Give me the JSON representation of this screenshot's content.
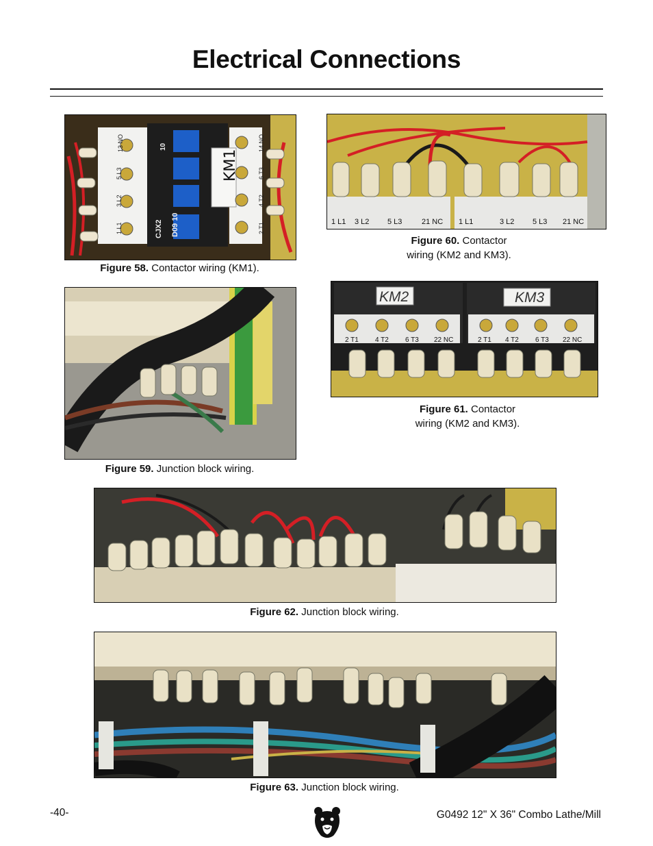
{
  "page": {
    "title": "Electrical Connections",
    "page_number": "-40-",
    "footer_model": "G0492 12\" X 36\" Combo Lathe/Mill"
  },
  "figures": [
    {
      "label": "Figure 58.",
      "text": " Contactor wiring (KM1)."
    },
    {
      "label": "Figure 60.",
      "line1": " Contactor",
      "line2": "wiring (KM2 and KM3)."
    },
    {
      "label": "Figure 59.",
      "text": " Junction block wiring."
    },
    {
      "label": "Figure 61.",
      "line1": " Contactor",
      "line2": "wiring (KM2 and KM3)."
    },
    {
      "label": "Figure 62.",
      "text": " Junction block wiring."
    },
    {
      "label": "Figure 63.",
      "text": " Junction block wiring."
    }
  ],
  "photo_text": {
    "fig58": {
      "tag": "KM1",
      "model": "CJX2",
      "rating": "D09 10",
      "top": "10",
      "no_left": "13 NO",
      "no_right": "14 NO",
      "terms_left": [
        "5 L3",
        "3 L2",
        "1 L1"
      ],
      "terms_right": [
        "6 T3",
        "4 T2",
        "2 T1"
      ]
    },
    "fig60": {
      "terms": [
        "1 L1",
        "3 L2",
        "5 L3",
        "21 NC",
        "1 L1",
        "3 L2",
        "5 L3",
        "21 NC"
      ]
    },
    "fig61": {
      "tag_left": "KM2",
      "tag_right": "KM3",
      "terms": [
        "2 T1",
        "4 T2",
        "6 T3",
        "22 NC",
        "2 T1",
        "4 T2",
        "6 T3",
        "22 NC"
      ]
    }
  },
  "colors": {
    "text": "#111111",
    "wire_red": "#d41f25",
    "wire_black": "#1a1a1a",
    "contactor_blue": "#1d5fc8",
    "terminal_beige": "#d8cfb4"
  },
  "icons": [
    "grizzly-bear-logo-icon"
  ]
}
